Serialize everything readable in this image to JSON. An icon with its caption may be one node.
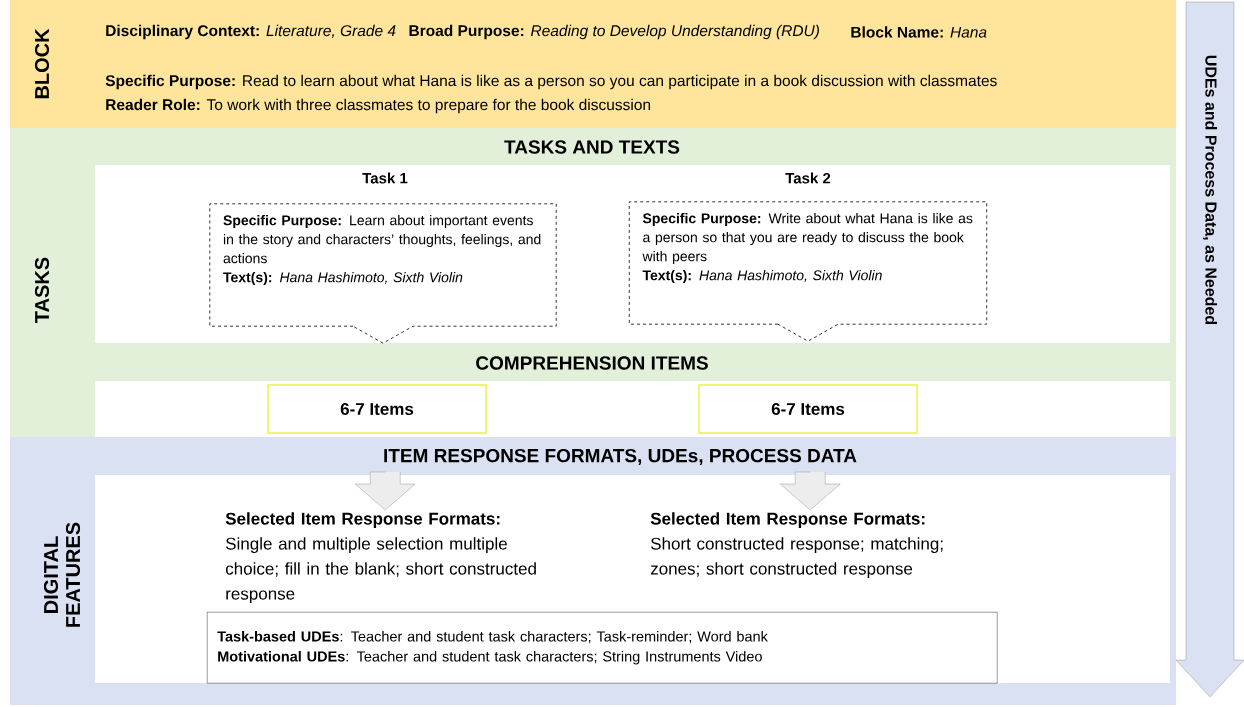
{
  "diagram": {
    "nodes": [
      {
        "text": [
          "BLOCK",
          "**Disciplinary Context:** *Literature, Grade 4*",
          "**Broad Purpose:** *Reading to Develop Understanding (RDU)*",
          "**Block Name:** *Hana*",
          "**Specific Purpose:** Read to learn about what Hana is like as a person so you can participate in a book discussion with classmates",
          "**Reader Role:** To work with three classmates to prepare for the book discussion"
        ]
      },
      {
        "text": [
          "TASKS",
          "TASKS AND TEXTS",
          "COMPREHENSION ITEMS"
        ]
      },
      {
        "text": [
          "Task 1",
          "**Specific Purpose:** Learn about important events in the story and characters’ thoughts, feelings, and actions",
          "**Text(s):** *Hana Hashimoto, Sixth Violin*"
        ],
        "in": 1
      },
      {
        "text": [
          "Task 2",
          "**Specific Purpose:** Write about what Hana is like as a person so that you are ready to discuss the book with peers",
          "**Text(s):** *Hana Hashimoto, Sixth Violin*"
        ],
        "in": 1
      },
      {
        "text": [
          "6-7 Items"
        ],
        "in": 1
      },
      {
        "text": [
          "6-7 Items"
        ],
        "in": 1
      },
      {
        "text": [
          "DIGITAL FEATURES",
          "ITEM RESPONSE FORMATS, UDEs, PROCESS DATA"
        ]
      },
      {
        "text": [
          "Selected Item Response Formats:",
          "Single and multiple selection multiple choice; fill in the blank; short constructed response"
        ],
        "in": 6
      },
      {
        "text": [
          "Selected Item Response Formats:",
          "Short constructed response; matching; zones; short constructed response"
        ],
        "in": 6
      },
      {
        "text": [
          "**Task-based UDEs**: Teacher and student task characters; Task-reminder; Word bank",
          "**Motivational UDEs**: Teacher and student task characters; String Instruments Video"
        ],
        "in": 6
      },
      {
        "text": [
          "UDEs and Process Data, as Needed"
        ]
      }
    ],
    "edges": [
      {
        "from": null,
        "to": 7,
        "arrow": "to"
      },
      {
        "from": null,
        "to": 8,
        "arrow": "to"
      }
    ]
  }
}
